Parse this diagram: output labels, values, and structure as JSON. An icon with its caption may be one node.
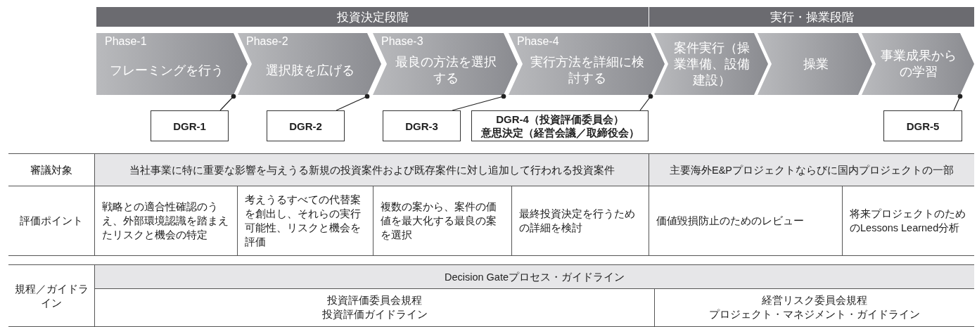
{
  "diagram": {
    "nodes": [
      {
        "text": [
          "投資決定段階"
        ]
      },
      {
        "text": [
          "実行・操業段階"
        ]
      },
      {
        "text": [
          "Phase-1",
          "フレーミングを行う"
        ]
      },
      {
        "text": [
          "Phase-2",
          "選択肢を広げる"
        ]
      },
      {
        "text": [
          "Phase-3",
          "最良の方法を選択する"
        ]
      },
      {
        "text": [
          "Phase-4",
          "実行方法を詳細に検討する"
        ]
      },
      {
        "text": [
          "案件実行（操業準備、設備建設）"
        ]
      },
      {
        "text": [
          "操業"
        ]
      },
      {
        "text": [
          "事業成果からの学習"
        ]
      },
      {
        "text": [
          "DGR-1"
        ]
      },
      {
        "text": [
          "DGR-2"
        ]
      },
      {
        "text": [
          "DGR-3"
        ]
      },
      {
        "text": [
          "DGR-4（投資評価委員会）",
          "意思決定（経営会議／取締役会）"
        ]
      },
      {
        "text": [
          "DGR-5"
        ]
      }
    ],
    "edges": [
      {
        "from": 9,
        "to": 2,
        "arrow": "other"
      },
      {
        "from": 10,
        "to": 3,
        "arrow": "other"
      },
      {
        "from": 11,
        "to": 4,
        "arrow": "other"
      },
      {
        "from": 12,
        "to": 5,
        "arrow": "other"
      },
      {
        "from": 13,
        "to": 8,
        "arrow": "other"
      }
    ],
    "labels": [
      "審議対象",
      "当社事業に特に重要な影響を与えうる新規の投資案件および既存案件に対し追加して行われる投資案件",
      "主要海外E&Pプロジェクトならびに国内プロジェクトの一部",
      "評価ポイント",
      "戦略との適合性確認のうえ、外部環境認識を踏まえたリスクと機会の特定",
      "考えうるすべての代替案を創出し、それらの実行可能性、リスクと機会を評価",
      "複数の案から、案件の価値を最大化する最良の案を選択",
      "最終投資決定を行うための詳細を検討",
      "価値毀損防止のためのレビュー",
      "将来プロジェクトのためのLessons Learned分析",
      "規程／ガイドライン",
      "Decision Gateプロセス・ガイドライン",
      "投資評価委員会規程",
      "投資評価ガイドライン",
      "経営リスク委員会規程",
      "プロジェクト・マネジメント・ガイドライン"
    ]
  }
}
